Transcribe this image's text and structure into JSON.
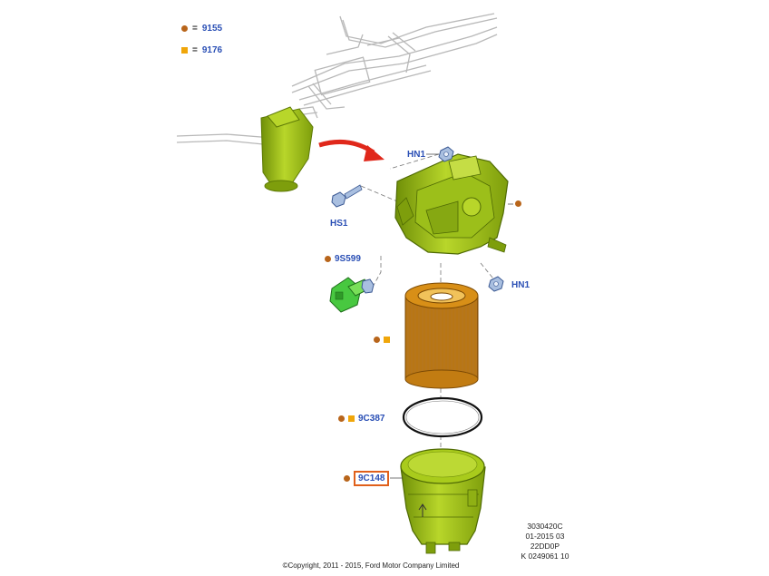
{
  "legend": [
    {
      "marker": "dot",
      "text": "9155"
    },
    {
      "marker": "square",
      "text": "9176"
    }
  ],
  "labels": {
    "hn1_top": "HN1",
    "hs1": "HS1",
    "s599": "9S599",
    "hn1_right": "HN1",
    "c387": "9C387",
    "c148": "9C148"
  },
  "reference": {
    "line1": "3030420C",
    "line2": "01-2015 03",
    "line3": "22DD0P",
    "line4": "K 0249061 10"
  },
  "copyright": "©Copyright, 2011 - 2015, Ford Motor Company Limited",
  "colors": {
    "part_green": "#a6c816",
    "filter_orange": "#d08a14",
    "label_blue": "#2a4fb5",
    "marker_brown": "#b8651b",
    "marker_orange": "#f0a60a",
    "arrow_red": "#e0281b",
    "highlight": "#e0601b"
  }
}
